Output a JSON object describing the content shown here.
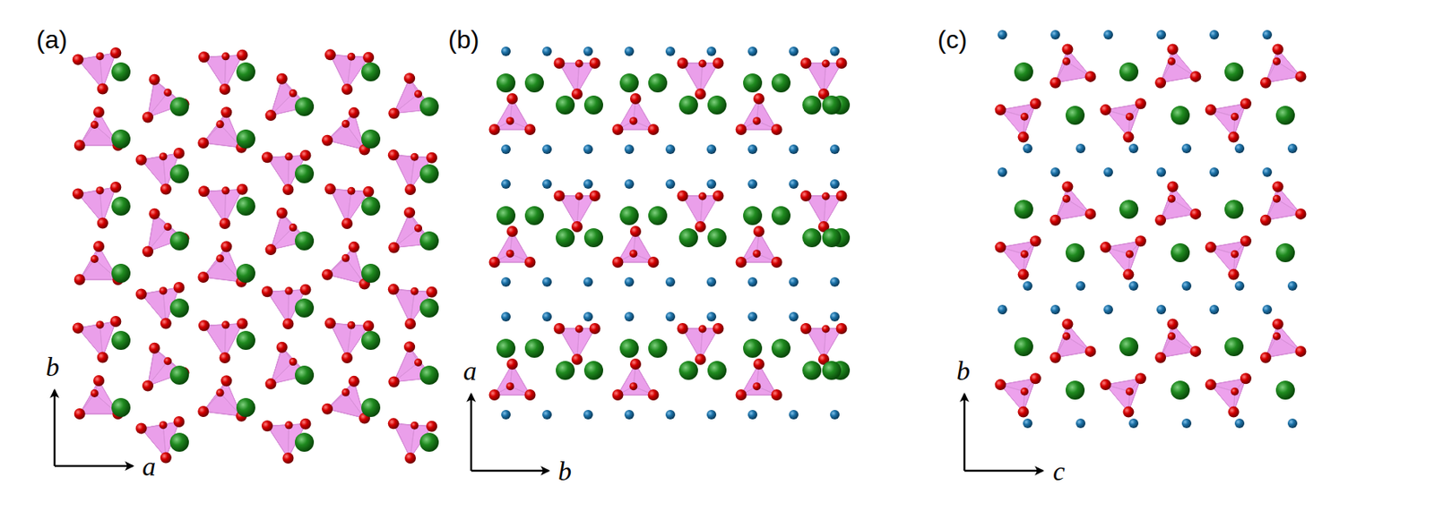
{
  "diagram": {
    "labels": [
      "(a)",
      "b",
      "a",
      "(b)",
      "a",
      "b",
      "(c)",
      "b",
      "c"
    ]
  }
}
